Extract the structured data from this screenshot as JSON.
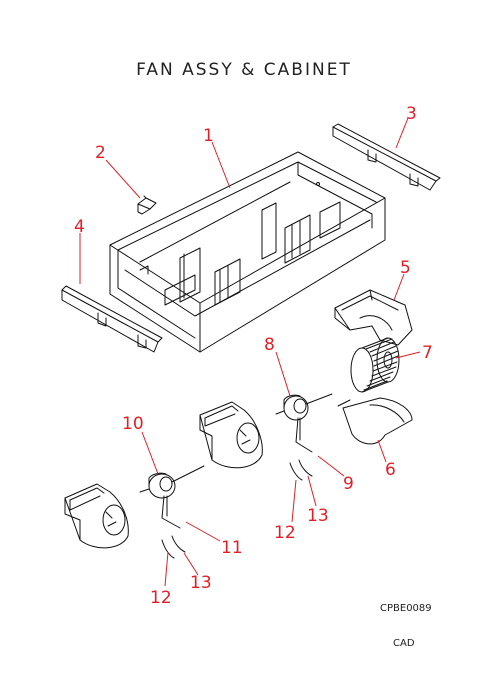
{
  "title": "FAN ASSY & CABINET",
  "drawing_code": "CPBE0089",
  "cad_label": "CAD",
  "callouts": {
    "c1": "1",
    "c2": "2",
    "c3": "3",
    "c4": "4",
    "c5": "5",
    "c6": "6",
    "c7": "7",
    "c8": "8",
    "c9": "9",
    "c10": "10",
    "c11": "11",
    "c12a": "12",
    "c13a": "13",
    "c12b": "12",
    "c13b": "13"
  },
  "colors": {
    "callout": "#e31e24",
    "line": "#111111",
    "background": "#ffffff"
  }
}
